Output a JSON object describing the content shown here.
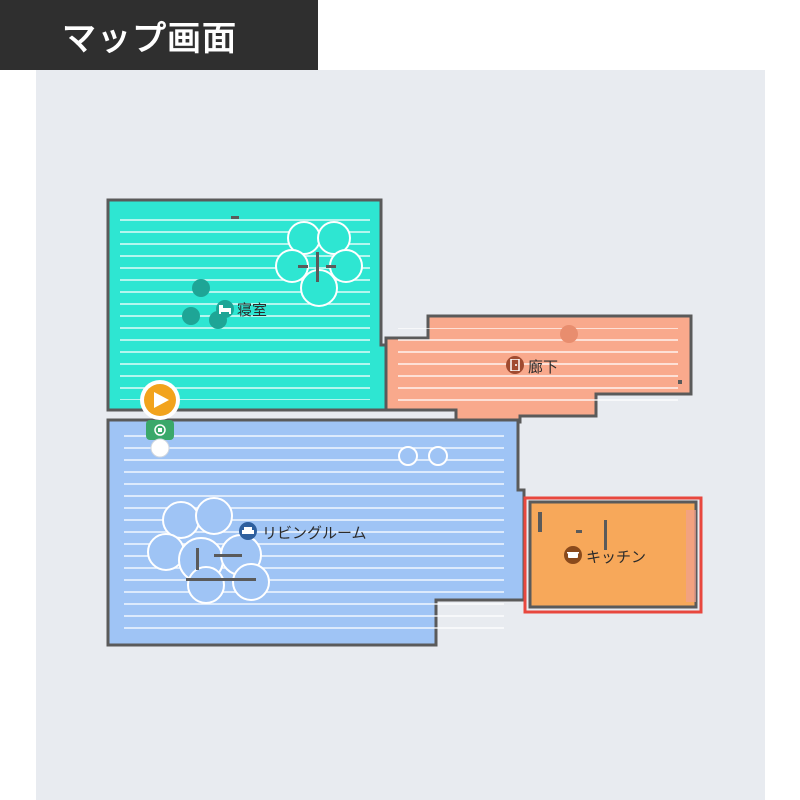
{
  "title": "マップ画面",
  "colors": {
    "bedroom": "#2ee6d2",
    "hallway": "#f9a98c",
    "living": "#9fc4f5",
    "kitchen": "#f7a85a",
    "selection": "#e8473e",
    "wall": "#5a5a5a",
    "panel": "#e8ebf0",
    "robot": "#f2a31c",
    "dock": "#3aa86a"
  },
  "rooms": [
    {
      "id": "bedroom",
      "label": "寝室",
      "icon": "bed-icon"
    },
    {
      "id": "hallway",
      "label": "廊下",
      "icon": "door-icon"
    },
    {
      "id": "living",
      "label": "リビングルーム",
      "icon": "sofa-icon"
    },
    {
      "id": "kitchen",
      "label": "キッチン",
      "icon": "cooking-pot-icon",
      "selected": true
    }
  ],
  "icons": {
    "robot": "robot-vacuum-icon",
    "dock": "charging-dock-icon"
  }
}
